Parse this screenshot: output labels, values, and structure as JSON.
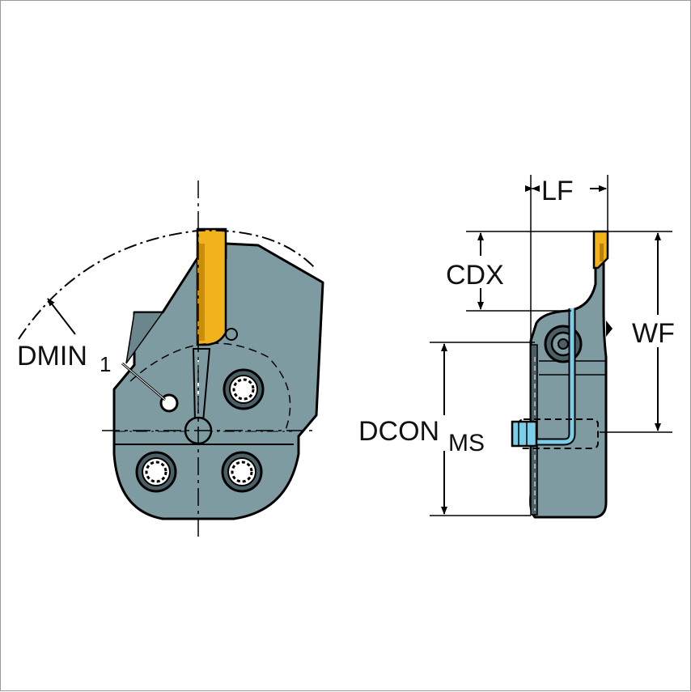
{
  "labels": {
    "dmin": "DMIN",
    "dmin_sub": "1",
    "cdx": "CDX",
    "lf": "LF",
    "wf": "WF",
    "dcon": "DCON",
    "dcon_sub": "MS"
  },
  "colors": {
    "body": "#7f9ba2",
    "body_dark": "#4a5f66",
    "insert": "#f2b21c",
    "insert_dark": "#b87f0a",
    "coolant": "#7ccde8",
    "outline": "#000000"
  }
}
